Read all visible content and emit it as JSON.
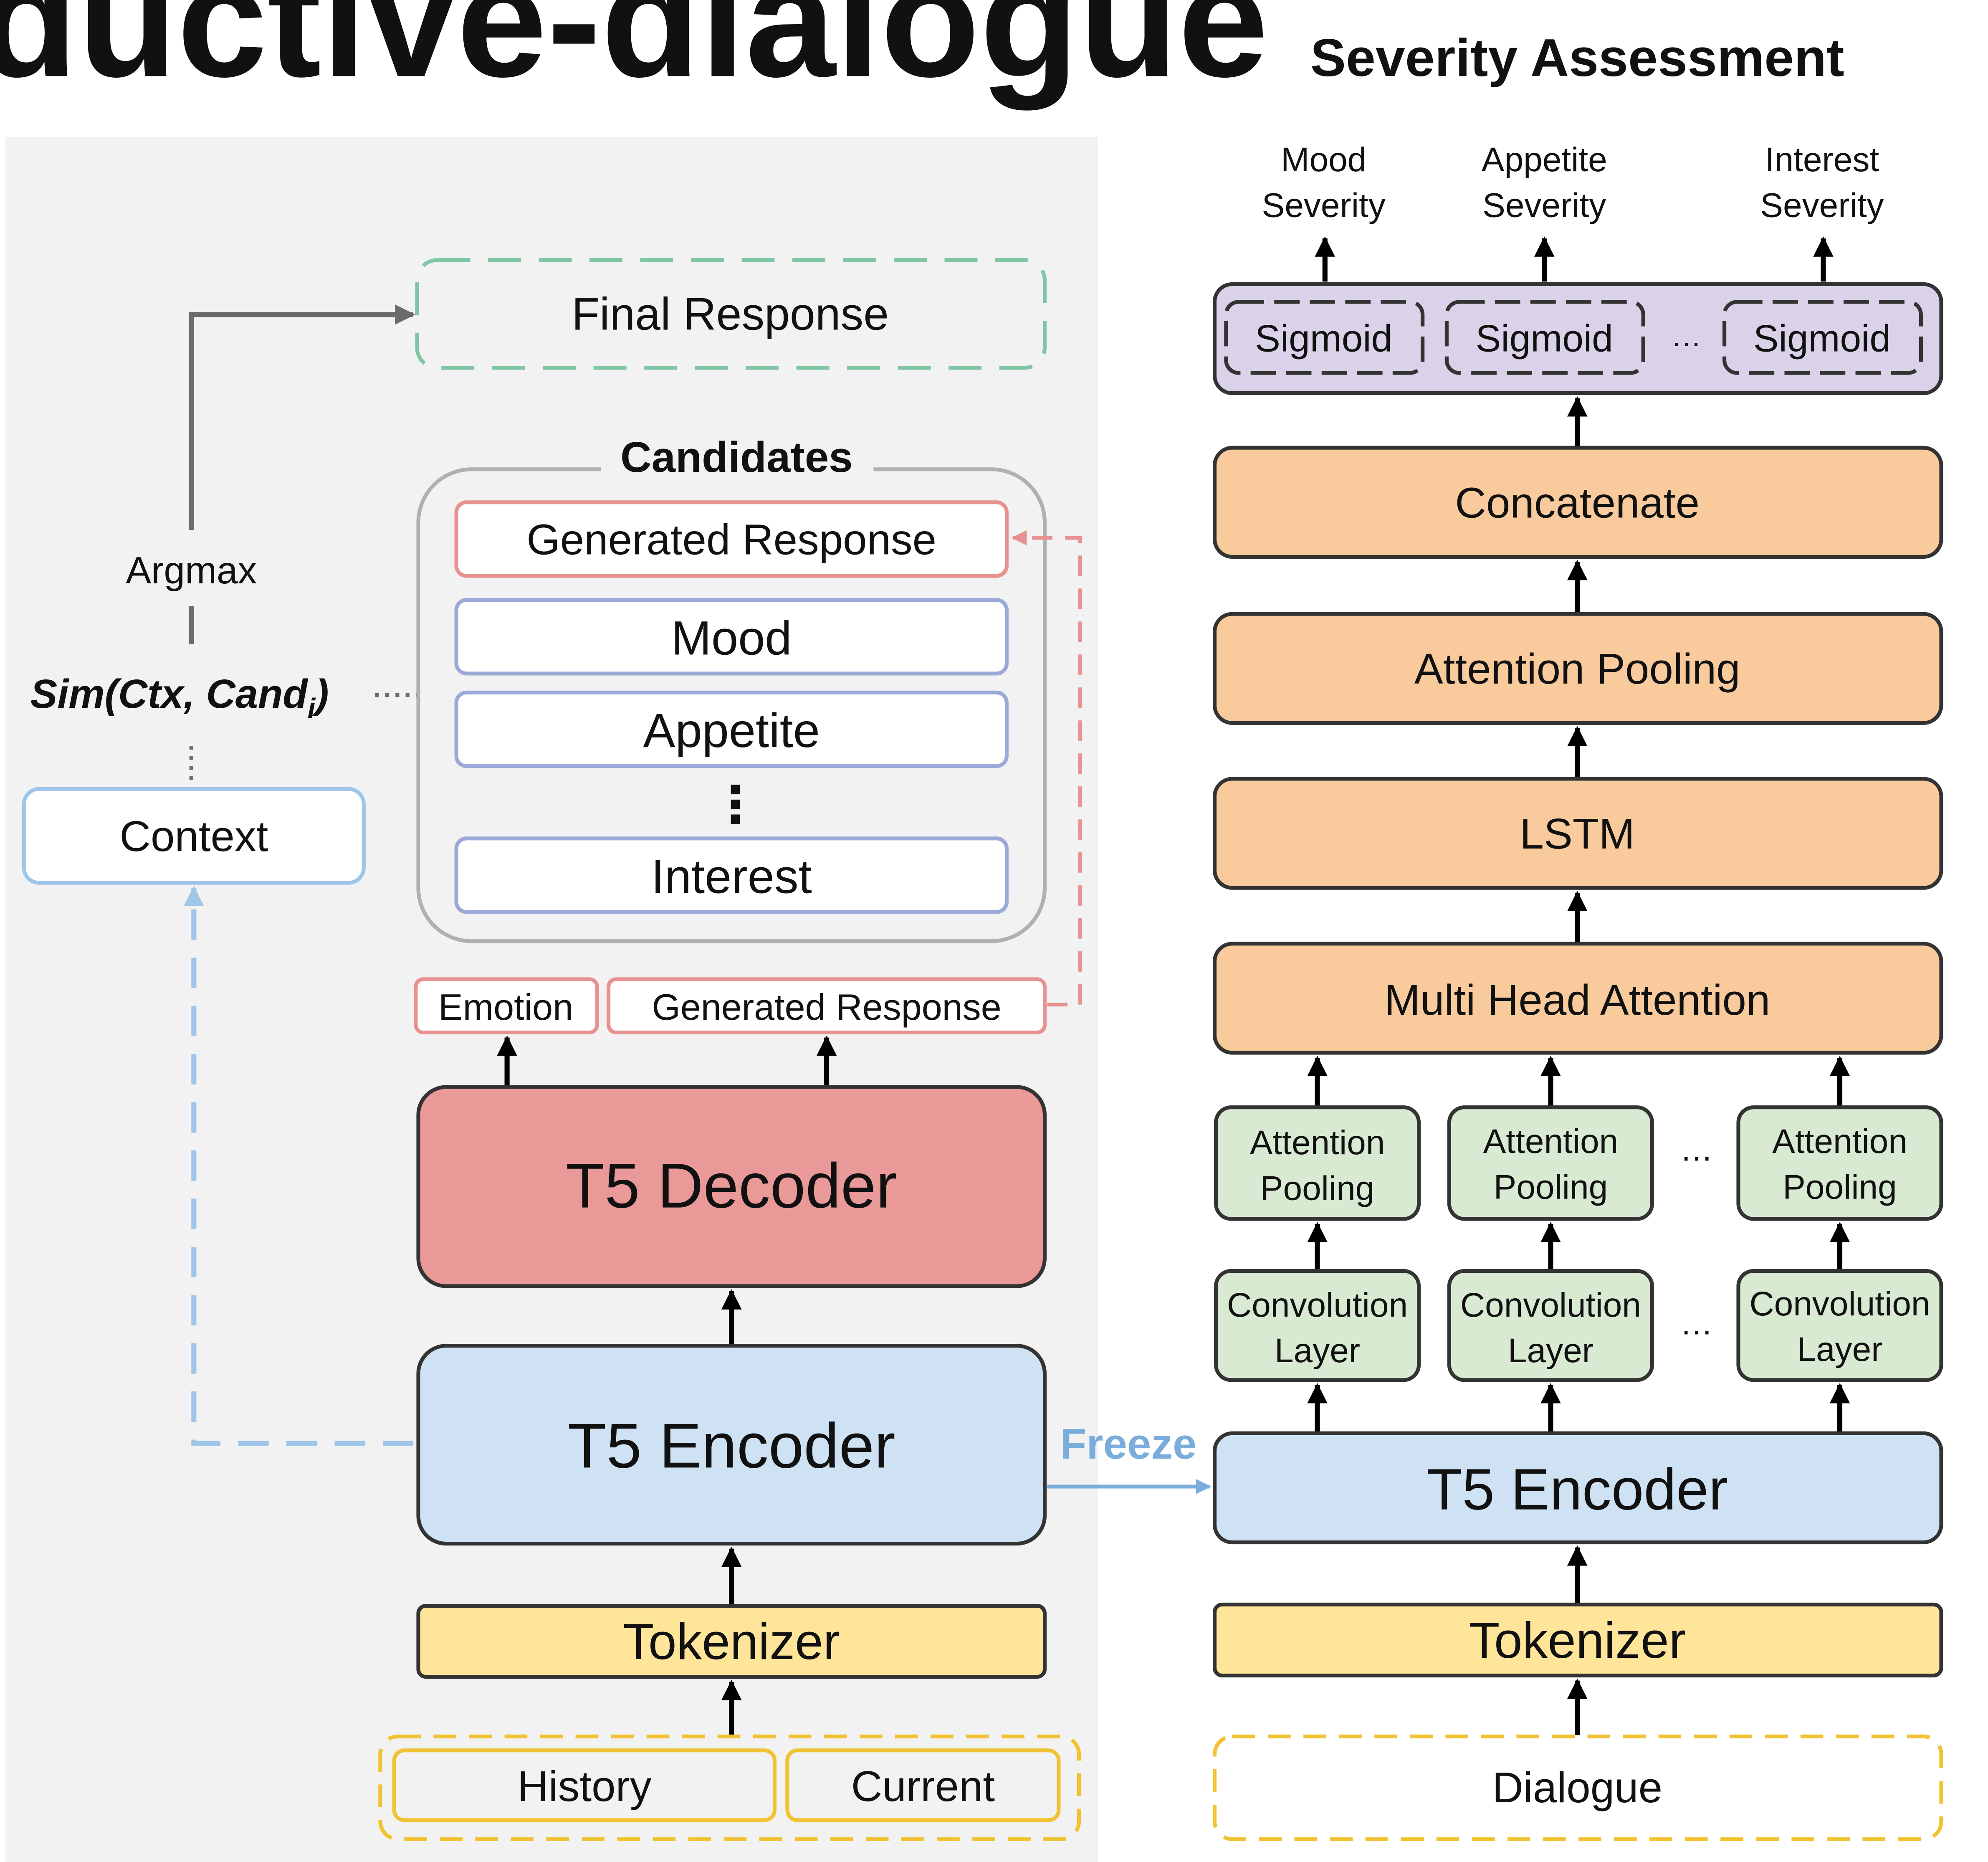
{
  "left_panel": {
    "title": "Inductive-dialogue",
    "final_response": "Final Response",
    "argmax": "Argmax",
    "similarity": {
      "prefix": "Sim(Ctx, Cand",
      "subscript": "i",
      "suffix": ")"
    },
    "context": "Context",
    "candidates": {
      "title": "Candidates",
      "items": [
        "Generated Response",
        "Mood",
        "Appetite",
        "Interest"
      ],
      "ellipsis": "⋮"
    },
    "outputs": {
      "emotion": "Emotion",
      "generated_response": "Generated Response"
    },
    "decoder": "T5 Decoder",
    "encoder": "T5 Encoder",
    "tokenizer": "Tokenizer",
    "inputs": [
      "History",
      "Current"
    ]
  },
  "freeze_label": "Freeze",
  "right_panel": {
    "title": "Severity Assessment",
    "severities": [
      {
        "line1": "Mood",
        "line2": "Severity"
      },
      {
        "line1": "Appetite",
        "line2": "Severity"
      },
      {
        "line1": "Interest",
        "line2": "Severity"
      }
    ],
    "sigmoids": [
      "Sigmoid",
      "Sigmoid",
      "Sigmoid"
    ],
    "sigmoid_ellipsis": "…",
    "concatenate": "Concatenate",
    "attention_pooling": "Attention Pooling",
    "lstm": "LSTM",
    "multi_head_attention": "Multi Head Attention",
    "attention_pooling_blocks": [
      {
        "line1": "Attention",
        "line2": "Pooling"
      },
      {
        "line1": "Attention",
        "line2": "Pooling"
      },
      {
        "line1": "Attention",
        "line2": "Pooling"
      }
    ],
    "convolution_blocks": [
      {
        "line1": "Convolution",
        "line2": "Layer"
      },
      {
        "line1": "Convolution",
        "line2": "Layer"
      },
      {
        "line1": "Convolution",
        "line2": "Layer"
      }
    ],
    "block_ellipsis": "…",
    "encoder": "T5 Encoder",
    "tokenizer": "Tokenizer",
    "input": "Dialogue"
  },
  "colors": {
    "panel_bg": "#f2f2f2",
    "decoder_fill": "#ea9999",
    "encoder_fill": "#cfe2f3",
    "tokenizer_fill": "#ffe599",
    "input_border": "#f1c232",
    "final_border": "#7fc6a4",
    "candidate_red_border": "#e89191",
    "candidate_blue_border": "#9aa9d8",
    "context_border": "#9fc5e8",
    "freeze_arrow": "#7aaddb",
    "orange_fill": "#f9cb9c",
    "green_fill": "#d9ead3",
    "purple_fill": "#d9d2e9"
  }
}
